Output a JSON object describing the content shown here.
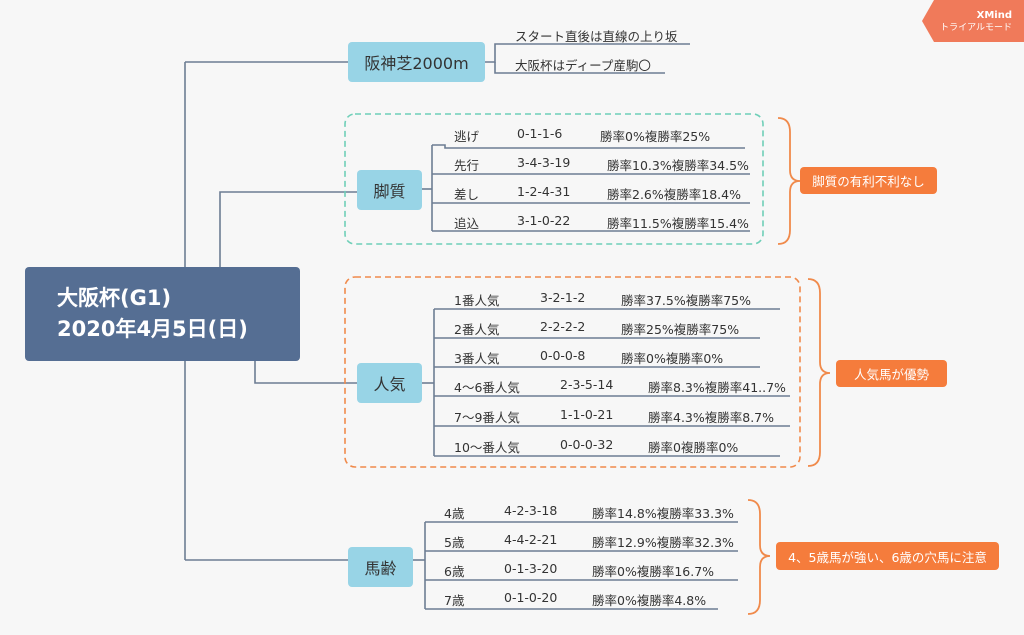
{
  "watermark": {
    "brand": "XMind",
    "mode": "トライアルモード"
  },
  "root": {
    "line1": "大阪杯(G1)",
    "line2": "2020年4月5日(日)"
  },
  "topics": [
    {
      "label": "阪神芝2000m",
      "leaves": [
        [
          "スタート直後は直線の上り坂"
        ],
        [
          "大阪杯はディープ産駒〇"
        ]
      ]
    },
    {
      "label": "脚質",
      "badge": "脚質の有利不利なし",
      "leaves": [
        [
          "逃げ",
          "0-1-1-6",
          "勝率0%複勝率25%"
        ],
        [
          "先行",
          "3-4-3-19",
          "勝率10.3%複勝率34.5%"
        ],
        [
          "差し",
          "1-2-4-31",
          "勝率2.6%複勝率18.4%"
        ],
        [
          "追込",
          "3-1-0-22",
          "勝率11.5%複勝率15.4%"
        ]
      ]
    },
    {
      "label": "人気",
      "badge": "人気馬が優勢",
      "leaves": [
        [
          "1番人気",
          "3-2-1-2",
          "勝率37.5%複勝率75%"
        ],
        [
          "2番人気",
          "2-2-2-2",
          "勝率25%複勝率75%"
        ],
        [
          "3番人気",
          "0-0-0-8",
          "勝率0%複勝率0%"
        ],
        [
          "4～6番人気",
          "2-3-5-14",
          "勝率8.3%複勝率41..7%"
        ],
        [
          "7～9番人気",
          "1-1-0-21",
          "勝率4.3%複勝率8.7%"
        ],
        [
          "10～番人気",
          "0-0-0-32",
          "勝率0複勝率0%"
        ]
      ]
    },
    {
      "label": "馬齢",
      "badge": "4、5歳馬が強い、6歳の穴馬に注意",
      "leaves": [
        [
          "4歳",
          "4-2-3-18",
          "勝率14.8%複勝率33.3%"
        ],
        [
          "5歳",
          "4-4-2-21",
          "勝率12.9%複勝率32.3%"
        ],
        [
          "6歳",
          "0-1-3-20",
          "勝率0%複勝率16.7%"
        ],
        [
          "7歳",
          "0-1-0-20",
          "勝率0%複勝率4.8%"
        ]
      ]
    }
  ],
  "colors": {
    "root": "#556e93",
    "topic": "#98d4e6",
    "badge": "#f57c3c",
    "teal_dash": "#6fcfb8",
    "orange_dash": "#f08a4b",
    "line": "#6d7d93"
  }
}
